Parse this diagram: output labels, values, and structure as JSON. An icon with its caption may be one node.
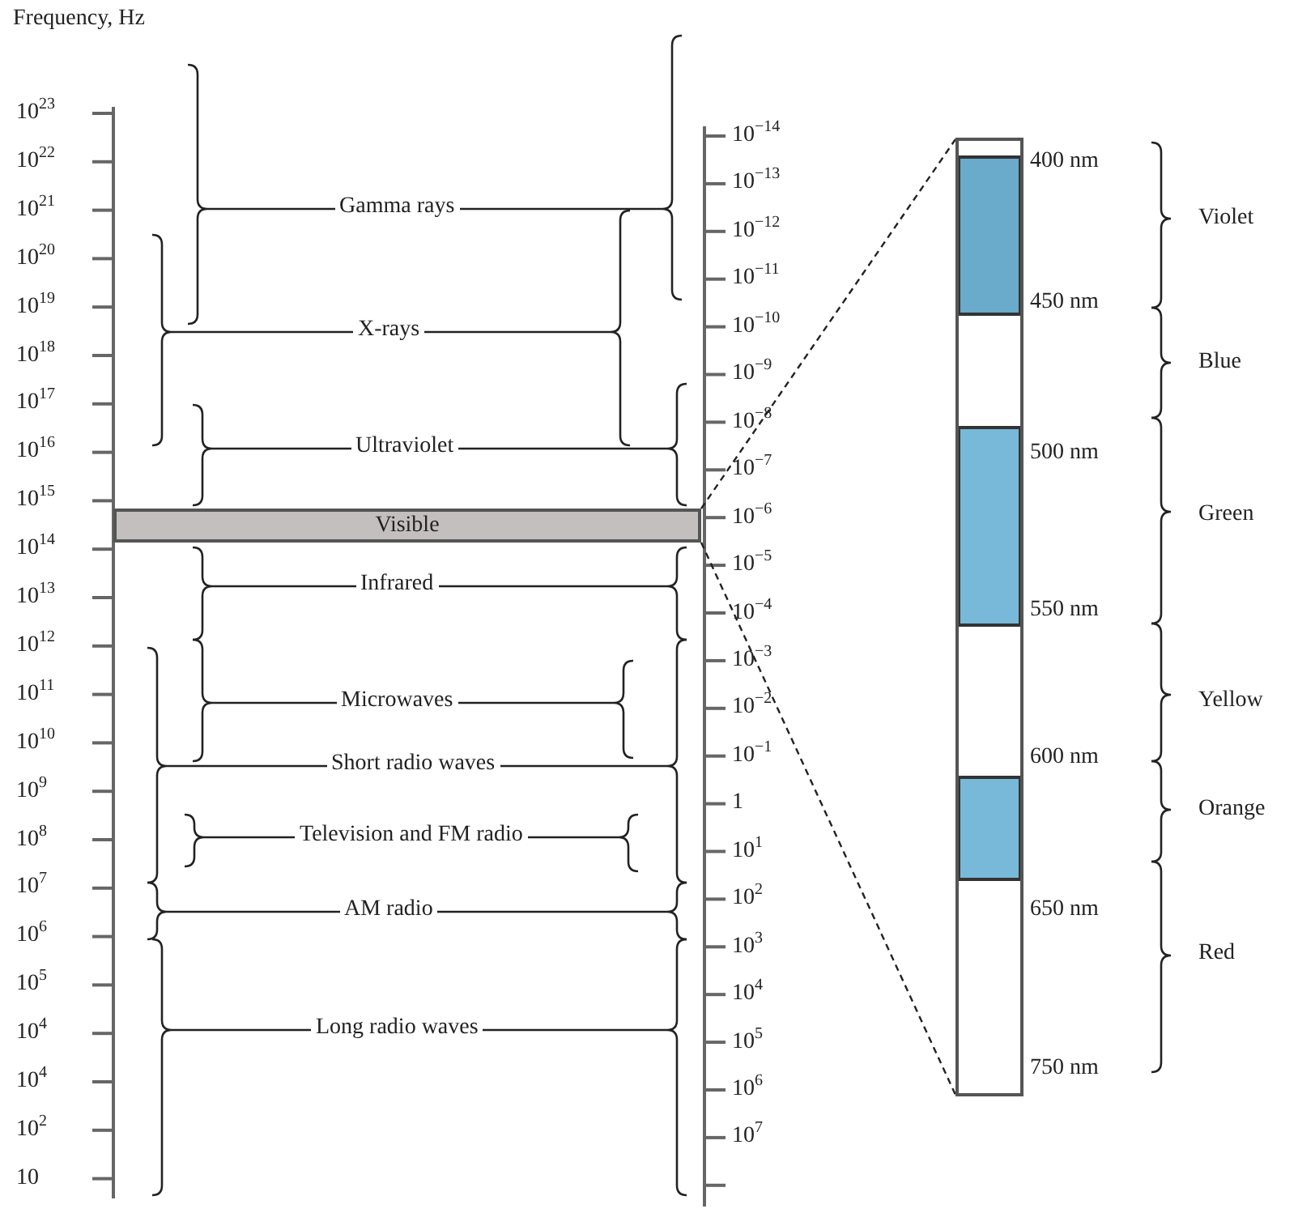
{
  "diagram": {
    "nodes": [
      {
        "text": [
          "Visible"
        ]
      },
      {
        "text": [],
        "shape": "bar"
      }
    ],
    "edges": [
      {
        "from": 0,
        "to": 1,
        "arrow": "none",
        "style": "dashed"
      },
      {
        "from": 0,
        "to": 1,
        "arrow": "none",
        "style": "dashed"
      }
    ],
    "labels": [
      "Frequency, Hz",
      "10$^{23}$",
      "10$^{22}$",
      "10$^{21}$",
      "10$^{20}$",
      "10$^{19}$",
      "10$^{18}$",
      "10$^{17}$",
      "10$^{16}$",
      "10$^{15}$",
      "10$^{14}$",
      "10$^{13}$",
      "10$^{12}$",
      "10$^{11}$",
      "10$^{10}$",
      "10$^{9}$",
      "10$^{8}$",
      "10$^{7}$",
      "10$^{6}$",
      "10$^{5}$",
      "10$^{4}$",
      "10$^{4}$",
      "10$^{2}$",
      "10",
      "Gamma rays",
      "X-rays",
      "Ultraviolet",
      "Infrared",
      "Microwaves",
      "Short radio waves",
      "Television and FM radio",
      "AM radio",
      "Long radio waves",
      "10$^{−14}$",
      "10$^{−13}$",
      "10$^{−12}$",
      "10$^{−11}$",
      "10$^{−10}$",
      "10$^{−9}$",
      "10$^{−8}$",
      "10$^{−7}$",
      "10$^{−6}$",
      "10$^{−5}$",
      "10$^{−4}$",
      "10$^{−3}$",
      "10$^{−2}$",
      "10$^{−1}$",
      "1",
      "10$^{1}$",
      "10$^{2}$",
      "10$^{3}$",
      "10$^{4}$",
      "10$^{5}$",
      "10$^{6}$",
      "10$^{7}$",
      "400 nm",
      "450 nm",
      "500 nm",
      "550 nm",
      "600 nm",
      "650 nm",
      "750 nm",
      "Violet",
      "Blue",
      "Green",
      "Yellow",
      "Orange",
      "Red"
    ]
  }
}
